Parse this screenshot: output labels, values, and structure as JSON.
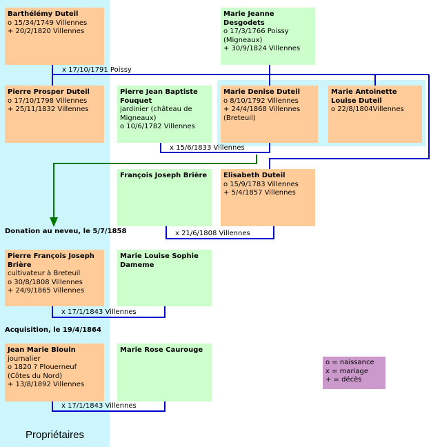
{
  "people": {
    "barthelemy": {
      "name": "Barthélémy Duteil",
      "lines": [
        "",
        "o 15/34/1749 Villennes",
        "+ 20/2/1820 Villennes"
      ]
    },
    "marie_jeanne": {
      "name": "Marie Jeanne Desgodets",
      "lines": [
        "o 17/3/1766 Poissy",
        "(Migneaux)",
        "+ 30/9/1824 Villennes"
      ]
    },
    "pierre_prosper": {
      "name": "Pierre Prosper Duteil",
      "lines": [
        "",
        "o 17/10/1798 Villennes",
        "+ 25/11/1832 Villennes"
      ]
    },
    "pierre_jean": {
      "name": "Pierre Jean Baptiste Fouquet",
      "lines": [
        "jardinier (château de",
        "Migneaux)",
        "o 10/6/1782 Villennes"
      ]
    },
    "marie_denise": {
      "name": "Marie Denise Duteil",
      "lines": [
        "",
        "o 8/10/1792 Villennes",
        "+ 24/4/1868 Villennes",
        "(Breteuil)"
      ]
    },
    "marie_antoinette": {
      "name": "Marie Antoinette Louise Duteil",
      "lines": [
        "o 22/8/1804Villennes"
      ]
    },
    "francois_joseph": {
      "name": "François Joseph Brière",
      "lines": []
    },
    "elisabeth": {
      "name": "Elisabeth Duteil",
      "lines": [
        "",
        "o 15/9/1783 Villennes",
        "+ 5/4/1857 Villennes"
      ]
    },
    "pierre_francois": {
      "name": "Pierre François Joseph Brière",
      "lines": [
        "cultivateur à Breteuil",
        "o 30/8/1808 Villennes",
        "+ 24/9/1865 Villennes"
      ]
    },
    "marie_louise": {
      "name": "Marie Louise Sophie Dameme",
      "lines": []
    },
    "jean_marie": {
      "name": "Jean Marie Blouin",
      "lines": [
        "journalier",
        "o 1820 ? Plouerneuf",
        "(Côtes du Nord)",
        "+ 13/8/1892 Villennes"
      ]
    },
    "marie_rose": {
      "name": "Marie Rose Caurouge",
      "lines": []
    }
  },
  "marriages": {
    "m1": "x 17/10/1791 Poissy",
    "m2": "x 15/6/1833 Villennes",
    "m3": "x 21/6/1808 Villennes",
    "m4": "x 17/1/1843 Villennes",
    "m5": "x 17/1/1843 Villennes"
  },
  "sections": {
    "donation": "Donation au neveu, le 5/7/1858",
    "acquisition": "Acquisition, le 19/4/1864"
  },
  "legend": [
    "o = naissance",
    "x = mariage",
    "+ = décès"
  ],
  "column_title": "Propriétaires",
  "colors": {
    "male": "#ffcc99",
    "female": "#ccffcc",
    "column": "#ccf6fc",
    "line": "#0000cc",
    "arrow": "#007700",
    "legend": "#cc99cc"
  }
}
